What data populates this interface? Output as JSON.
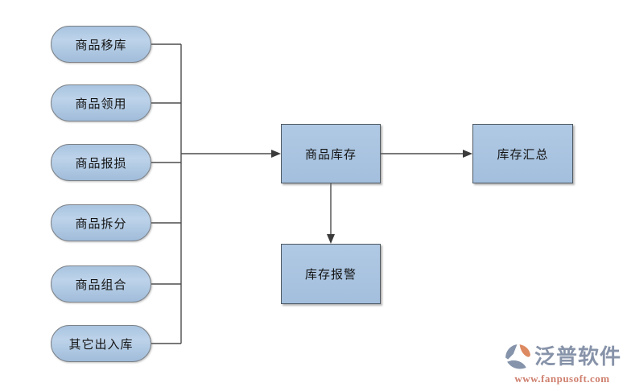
{
  "diagram": {
    "source_nodes": [
      {
        "label": "商品移库"
      },
      {
        "label": "商品领用"
      },
      {
        "label": "商品报损"
      },
      {
        "label": "商品拆分"
      },
      {
        "label": "商品组合"
      },
      {
        "label": "其它出入库"
      }
    ],
    "inventory_node": {
      "label": "商品库存"
    },
    "summary_node": {
      "label": "库存汇总"
    },
    "alert_node": {
      "label": "库存报警"
    }
  },
  "colors": {
    "node_fill": "#aac5e2",
    "node_border_pill": "#7d8288",
    "node_border_box": "#4e5861",
    "connector": "#4d4d4d",
    "text": "#141414",
    "brand_text": "#8793a9",
    "url_text": "#cf7f6e",
    "logo_orange": "#dd8a62",
    "logo_slate": "#8593ab"
  },
  "watermark": {
    "brand": "泛普软件",
    "url": "www.fanpusoft.com"
  }
}
